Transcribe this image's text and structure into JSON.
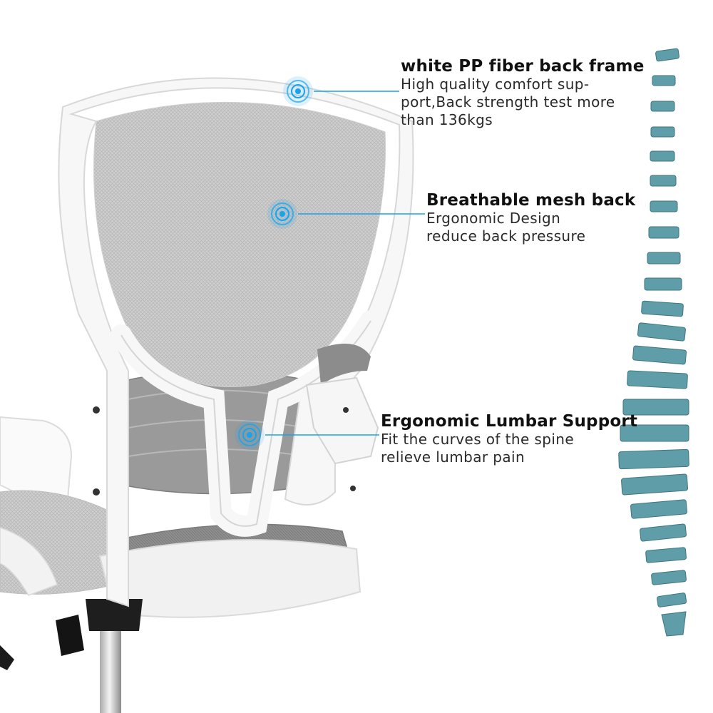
{
  "callouts": [
    {
      "title": "white PP fiber back frame",
      "lines": [
        "High quality comfort sup-",
        "port,Back strength test more",
        "than 136kgs"
      ]
    },
    {
      "title": "Breathable mesh back",
      "lines": [
        "Ergonomic Design",
        "reduce back pressure"
      ]
    },
    {
      "title": "Ergonomic Lumbar Support",
      "lines": [
        "Fit the curves of the spine",
        "relieve lumbar pain"
      ]
    }
  ],
  "colors": {
    "accent": "#1aa3e8",
    "frame": "#f5f5f5",
    "mesh": "#c9c9c9",
    "seat": "#8a8a8a",
    "spine": "#5f9ea8"
  },
  "icons": [
    "target-marker-icon"
  ]
}
